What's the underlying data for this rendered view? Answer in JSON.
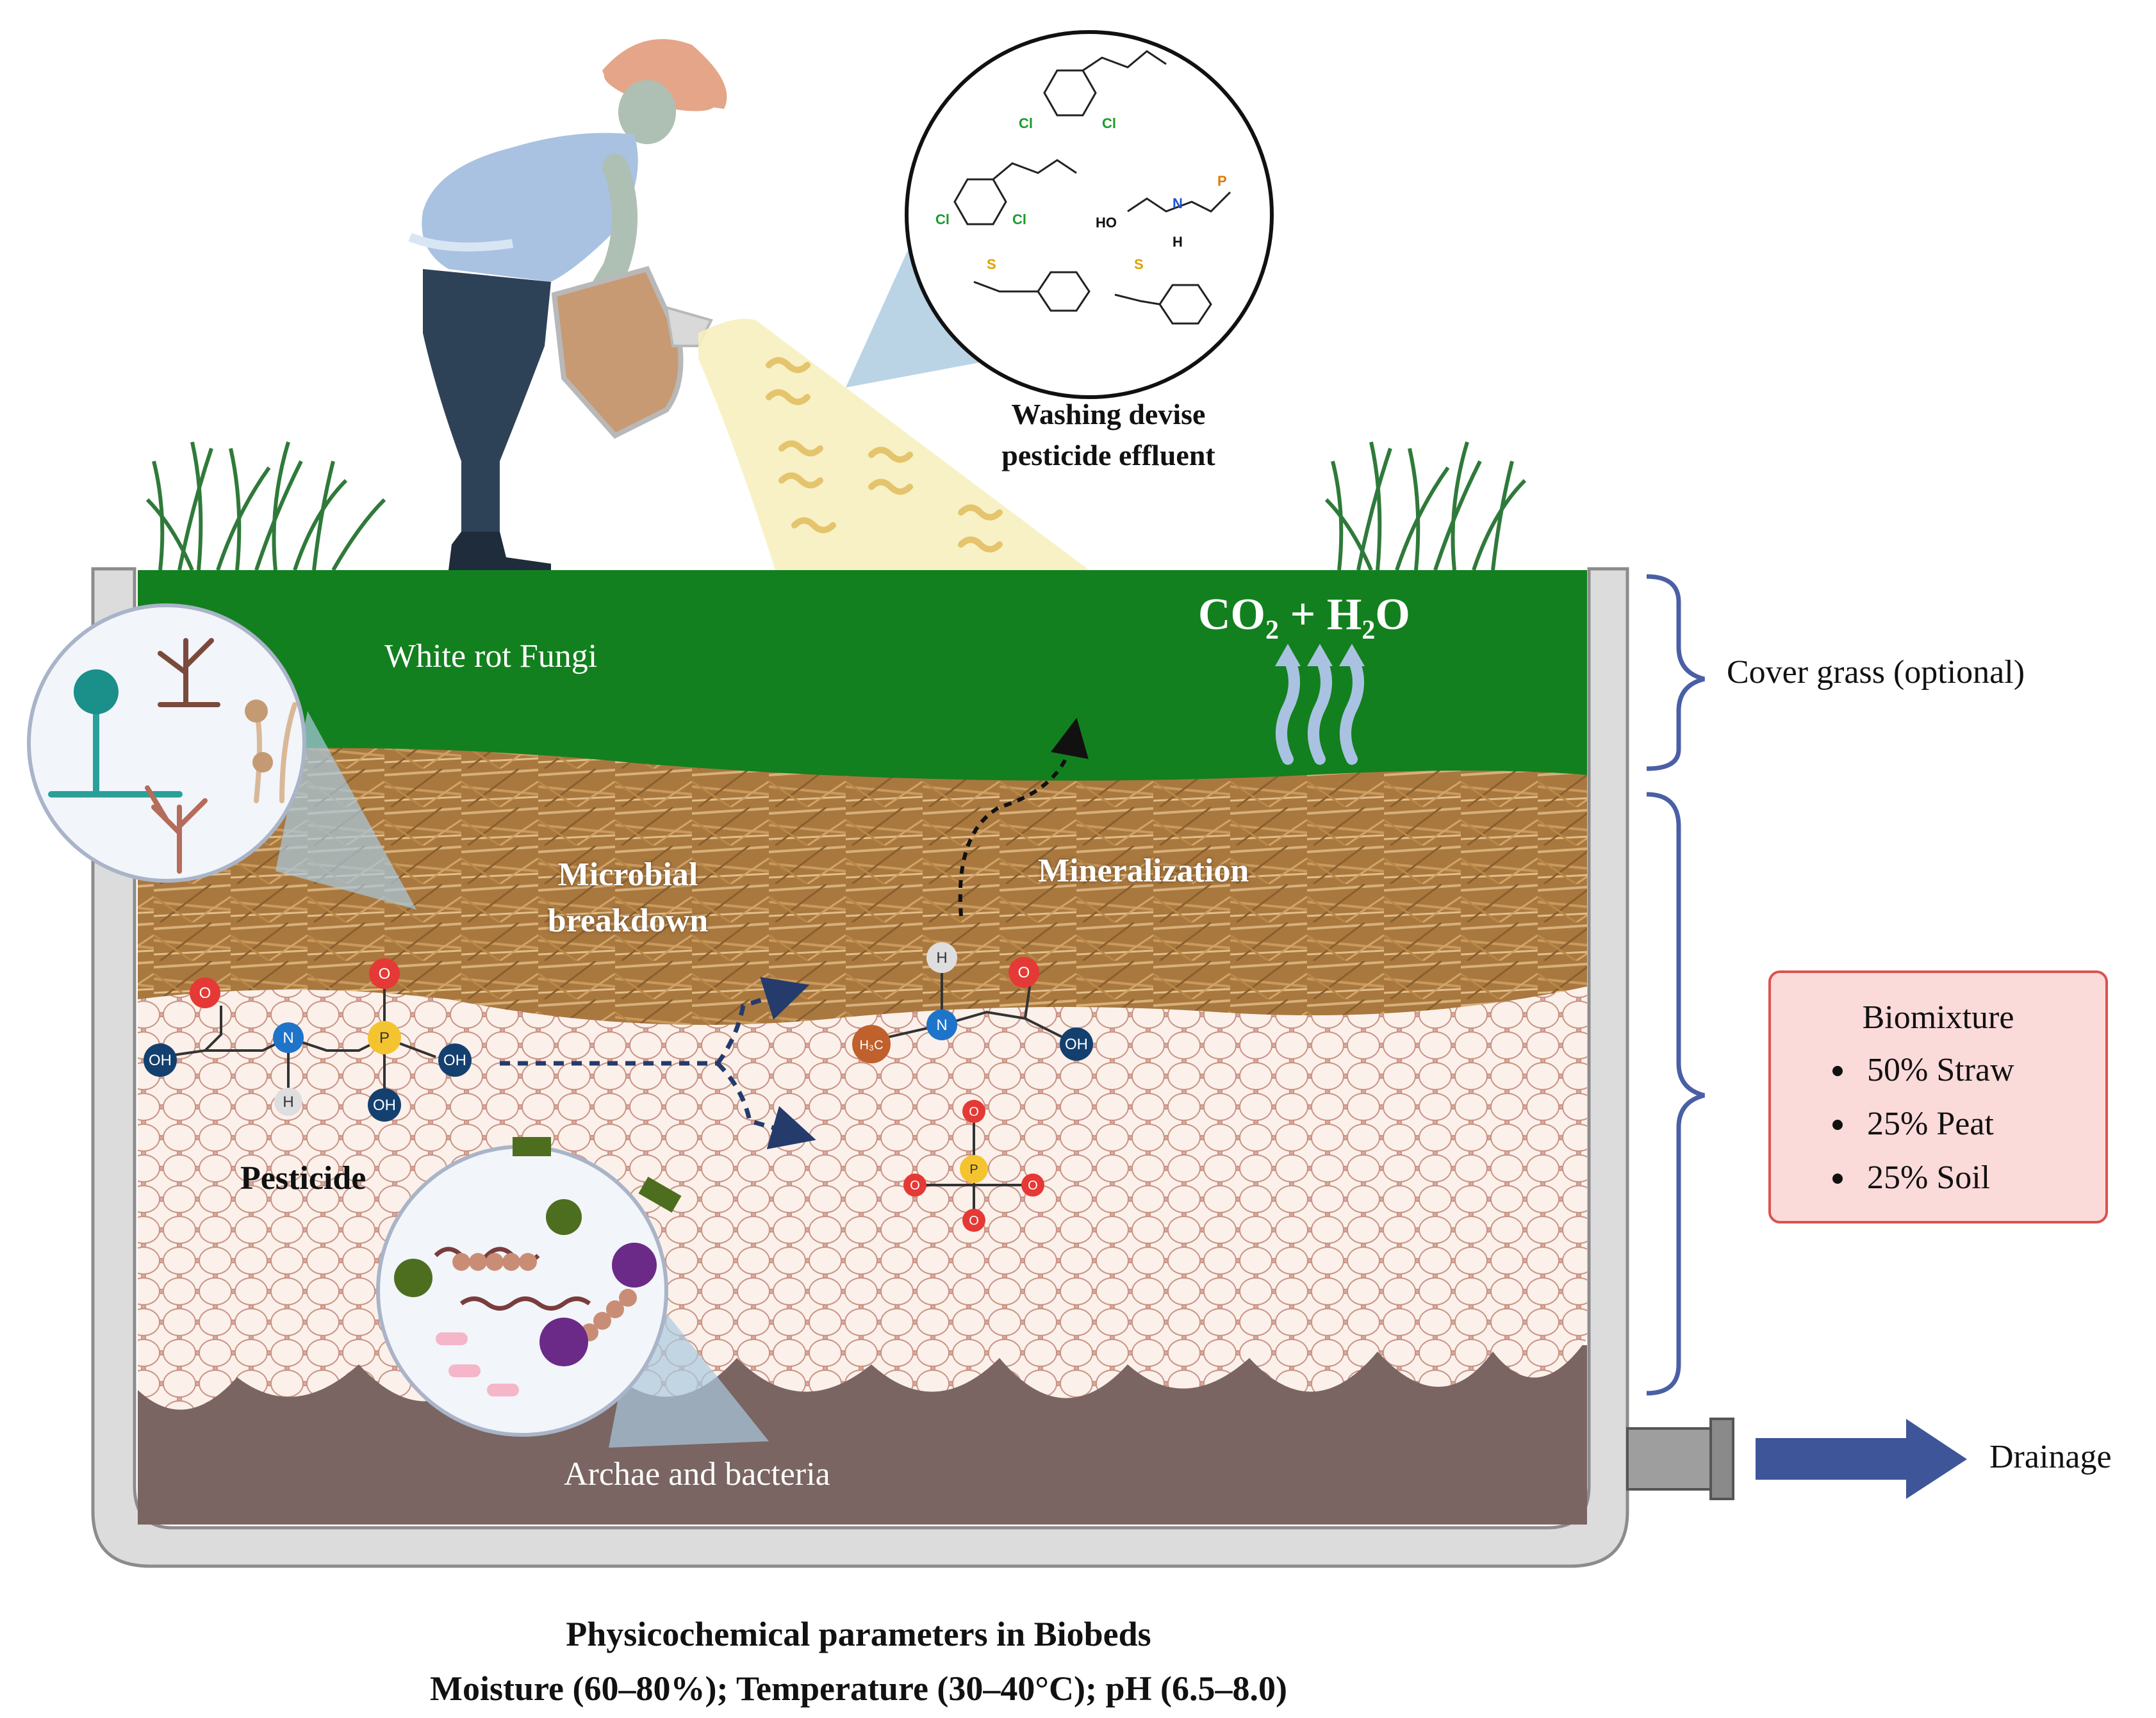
{
  "labels": {
    "washing": [
      "Washing devise",
      "pesticide effluent"
    ],
    "white_rot_fungi": "White rot Fungi",
    "co2_h2o": {
      "co": "CO",
      "sub1": "2",
      "plus_h": " + H",
      "sub2": "2",
      "o": "O"
    },
    "cover_grass": "Cover grass (optional)",
    "microbial_breakdown": [
      "Microbial",
      "breakdown"
    ],
    "mineralization": "Mineralization",
    "pesticide": "Pesticide",
    "archae_bacteria": "Archae and bacteria",
    "drainage": "Drainage",
    "physicochemical_title": "Physicochemical parameters in Biobeds",
    "physicochemical_values": "Moisture (60–80%); Temperature (30–40°C); pH (6.5–8.0)"
  },
  "biomixture": {
    "title": "Biomixture",
    "items": [
      "50% Straw",
      "25% Peat",
      "25% Soil"
    ]
  },
  "molecule_atoms": {
    "oxygen": "O",
    "nitrogen": "N",
    "hydrogen": "H",
    "phosphorus": "P",
    "hydroxyl": "OH",
    "methyl": "H₃C",
    "chlorine": "Cl",
    "sulfur": "S",
    "ho": "HO"
  },
  "colors": {
    "grass_layer": "#12801e",
    "straw_layer": "#b8894d",
    "biomixture_layer": "#f6e4dc",
    "soil_layer": "#7a6562",
    "container": "#d9d9d9",
    "bracket": "#4a5fa5",
    "arrow": "#3e5599",
    "oxygen_atom": "#e53935",
    "nitrogen_atom": "#1e74c9",
    "phosphorus_atom": "#f4c430",
    "hydroxyl_atom": "#13406f",
    "hydrogen_atom": "#dedede",
    "methyl_atom": "#c0602c"
  }
}
